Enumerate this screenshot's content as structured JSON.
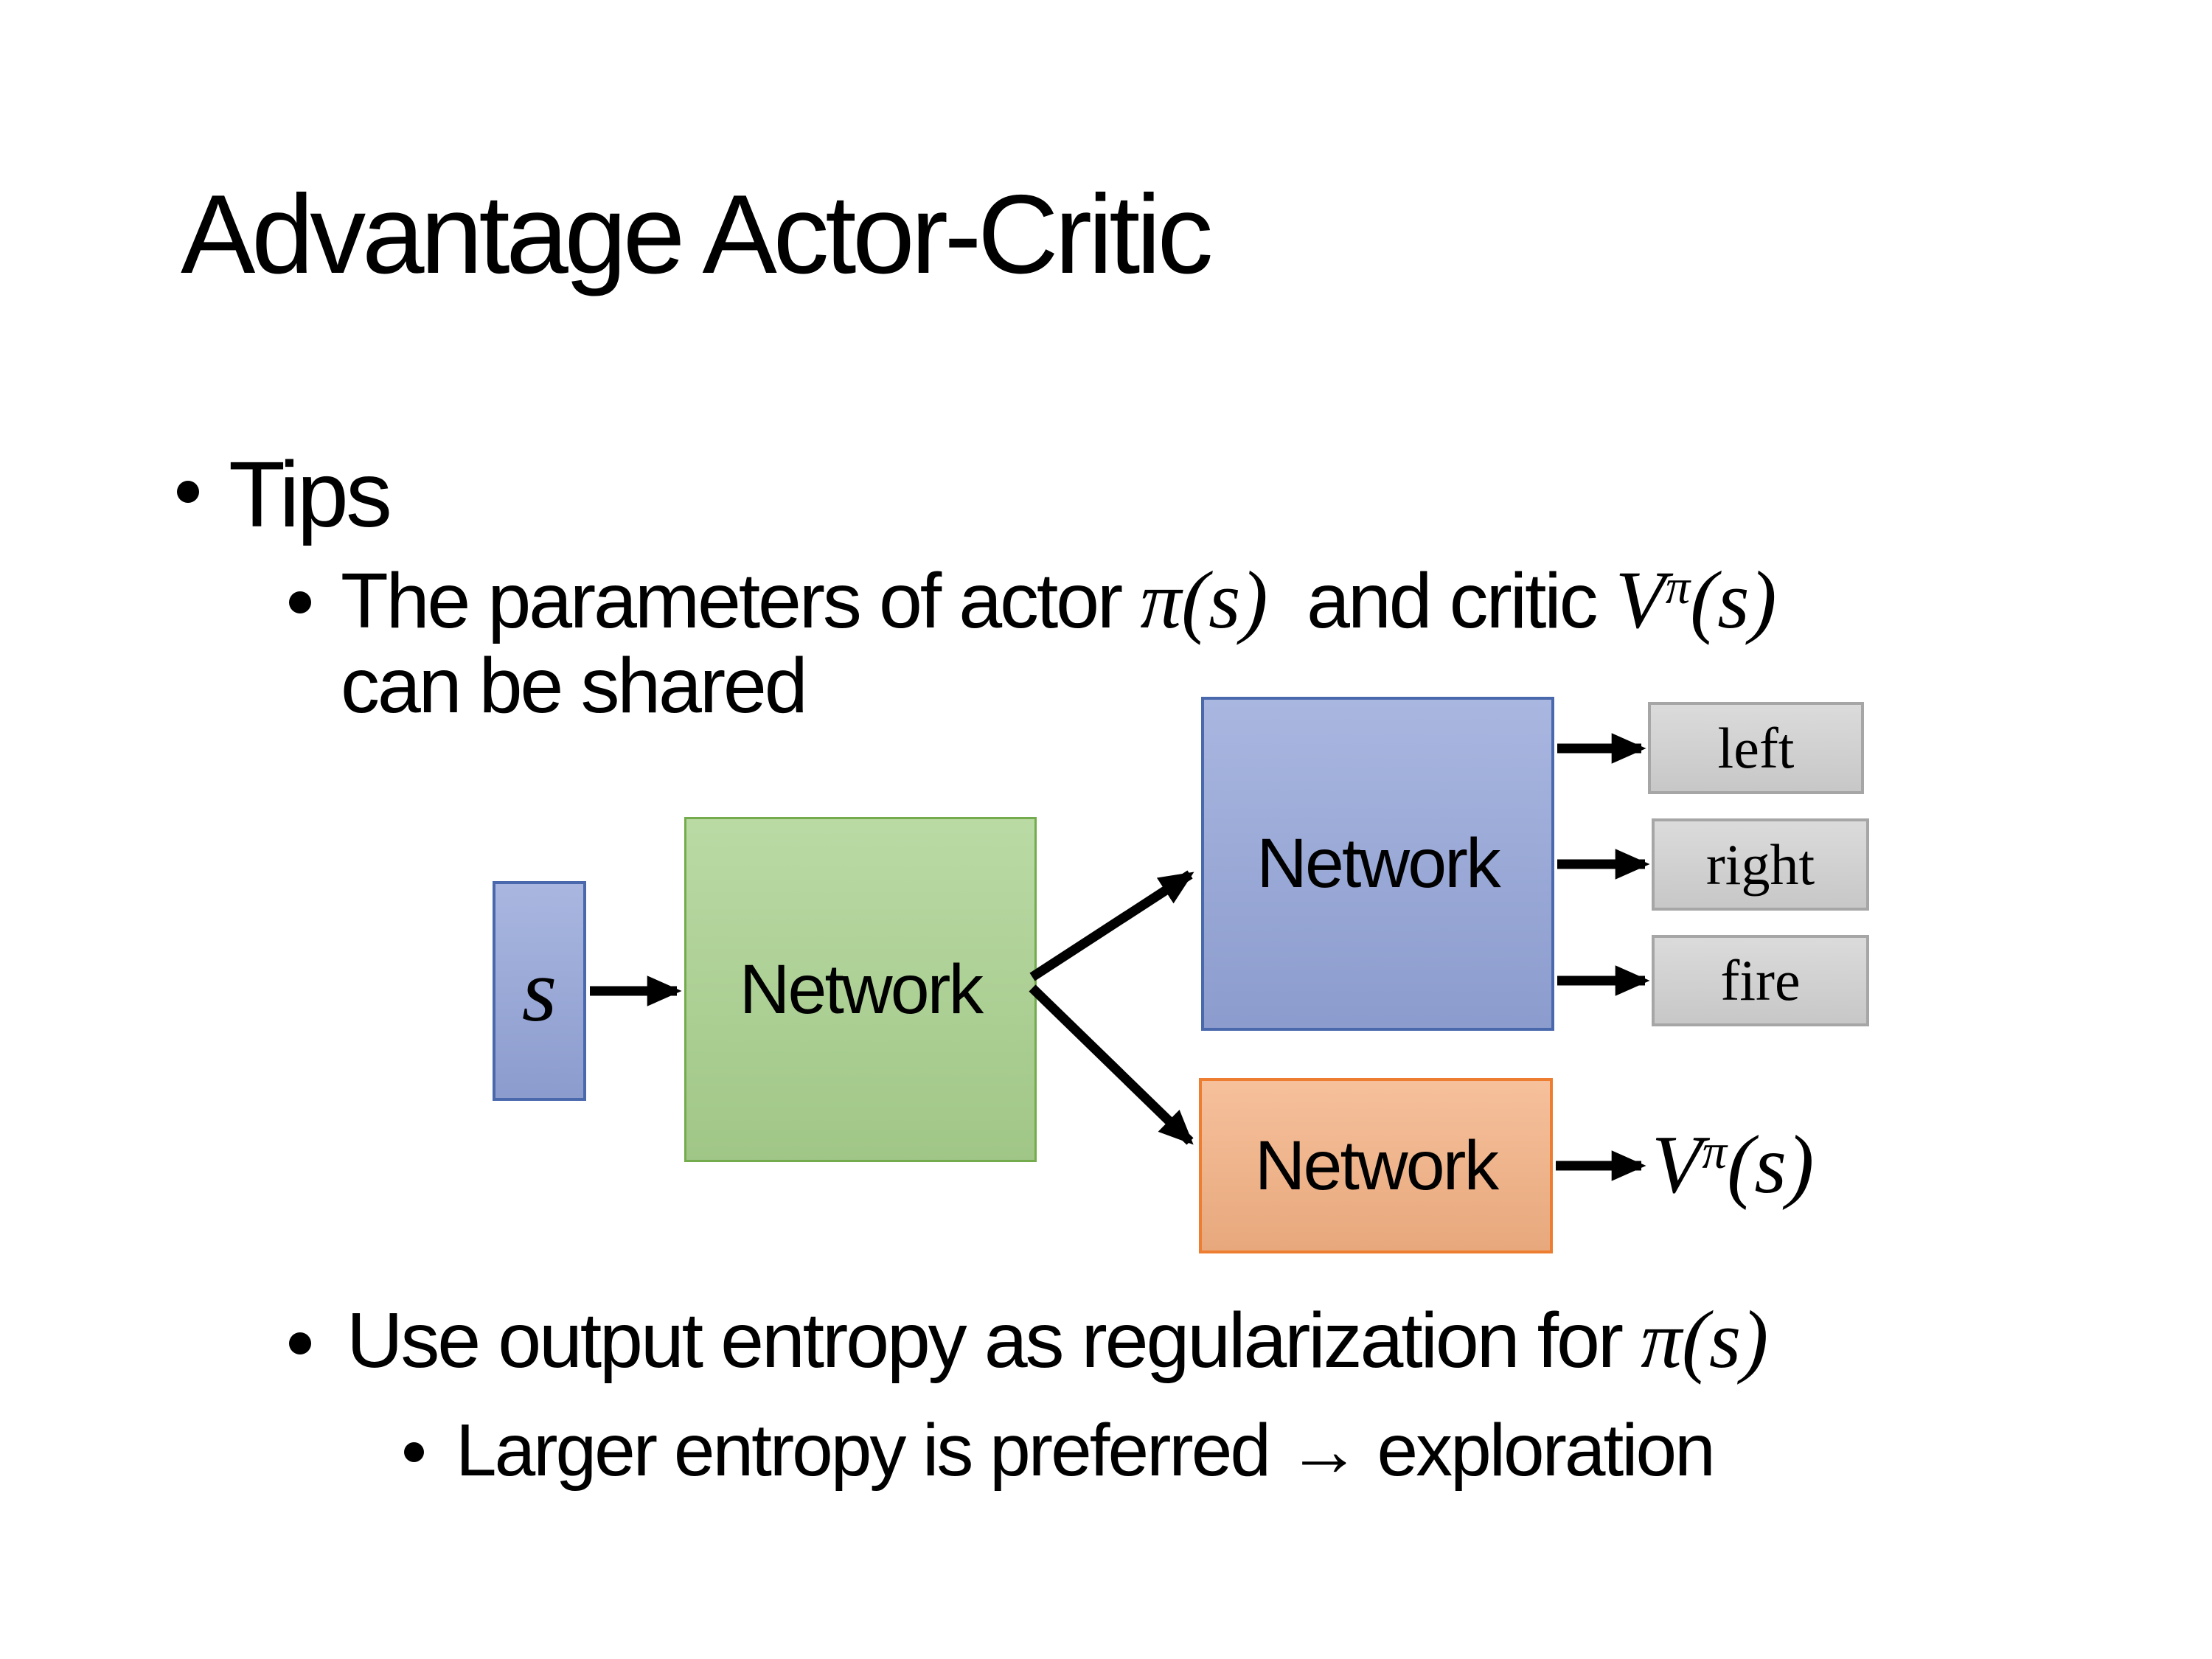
{
  "title": "Advantage Actor-Critic",
  "bullets": {
    "level1": "Tips",
    "sub1": {
      "part1": "The parameters of actor ",
      "math1": "π(s)",
      "part2": "  and critic ",
      "math2_base": "V",
      "math2_sup": "π",
      "math2_args": "(s)",
      "line2": "can be shared"
    },
    "sub2": {
      "part1": "Use output entropy as regularization for ",
      "math": "π(s)"
    },
    "sub3": "Larger entropy is preferred → exploration"
  },
  "diagram": {
    "state": "s",
    "shared_network": "Network",
    "actor_network": "Network",
    "critic_network": "Network",
    "actions": [
      "left",
      "right",
      "fire"
    ],
    "critic_output": {
      "base": "V",
      "sup": "π",
      "args": "(s)"
    }
  },
  "colors": {
    "background": "#ffffff",
    "text": "#000000",
    "blue_fill": "#93a4d8",
    "blue_border": "#4a69ad",
    "green_fill": "#a9d18e",
    "green_border": "#74ac4d",
    "orange_fill": "#f4b183",
    "orange_border": "#ed7d31",
    "gray_fill": "#d2d2d2",
    "gray_border": "#a6a6a6"
  }
}
